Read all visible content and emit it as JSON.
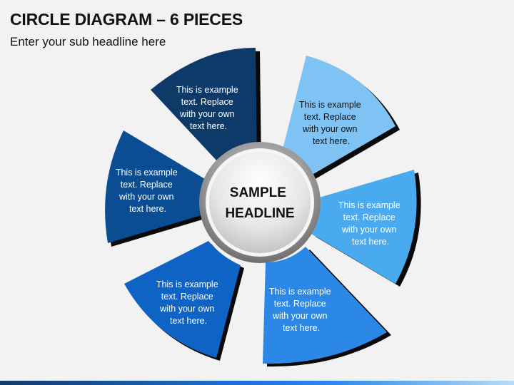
{
  "header": {
    "title": "CIRCLE DIAGRAM – 6 PIECES",
    "subtitle": "Enter your sub headline here"
  },
  "hub": {
    "line1": "SAMPLE",
    "line2": "HEADLINE"
  },
  "colors": {
    "petal_1": "#0d3a68",
    "petal_2": "#7fc3f5",
    "petal_3": "#4aaaf0",
    "petal_4": "#2b88e6",
    "petal_5": "#0f63c4",
    "petal_6": "#0b4d93",
    "shadow": "#0a0a0a",
    "text_light": "#ffffff",
    "text_dark": "#111111"
  },
  "petals": [
    {
      "lines": [
        "This is example",
        "text. Replace",
        "with your own",
        "text here."
      ]
    },
    {
      "lines": [
        "This is example",
        "text. Replace",
        "with your own",
        "text here."
      ]
    },
    {
      "lines": [
        "This is example",
        "text. Replace",
        "with your own",
        "text here."
      ]
    },
    {
      "lines": [
        "This is example",
        "text. Replace",
        "with your own",
        "text here."
      ]
    },
    {
      "lines": [
        "This is example",
        "text. Replace",
        "with your own",
        "text here."
      ]
    },
    {
      "lines": [
        "This is example",
        "text. Replace",
        "with your own",
        "text here."
      ]
    }
  ]
}
